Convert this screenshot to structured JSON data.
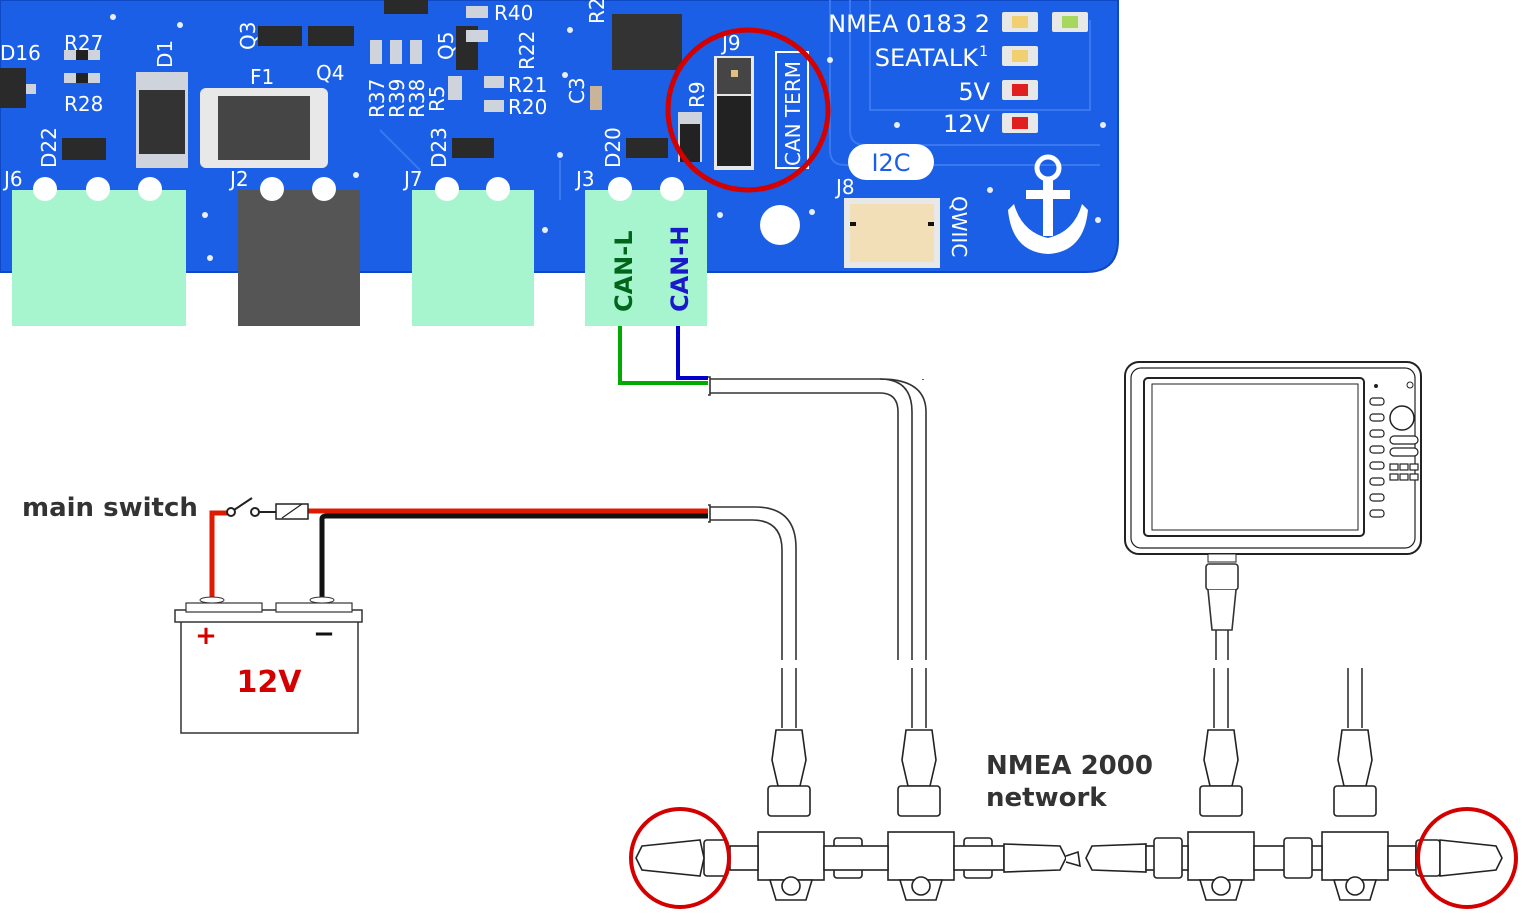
{
  "pcb": {
    "colors": {
      "board": "#1a5fe6",
      "board_edge": "#0f48c4",
      "terminal": "#a6f5cf",
      "red_circle": "#d40000"
    },
    "refdes": {
      "d16": "D16",
      "r27": "R27",
      "r28": "R28",
      "d1": "D1",
      "f1": "F1",
      "q3": "Q3",
      "q4": "Q4",
      "q5": "Q5",
      "r40": "R40",
      "r22": "R22",
      "r37": "R37",
      "r39": "R39",
      "r38": "R38",
      "r5": "R5",
      "r21": "R21",
      "r20": "R20",
      "r2": "R2",
      "c3": "C3",
      "j9": "J9",
      "r9": "R9",
      "d22": "D22",
      "d23": "D23",
      "d20": "D20",
      "j6": "J6",
      "j2": "J2",
      "j7": "J7",
      "j3": "J3",
      "j8": "J8"
    },
    "can_term": "CAN TERM",
    "nmea0183": "NMEA 0183 2",
    "seatalk": "SEATALK",
    "seatalk_sup": "1",
    "v5": "5V",
    "v12": "12V",
    "i2c": "I2C",
    "qwiic": "QWIIC",
    "can_l": "CAN-L",
    "can_h": "CAN-H"
  },
  "wiring": {
    "main_switch": "main switch",
    "battery_voltage": "12V",
    "battery_plus": "+",
    "battery_minus": "−",
    "colors": {
      "can_l": "#00aa00",
      "can_h": "#0000cc",
      "positive": "#e01a00",
      "negative": "#111111"
    }
  },
  "network": {
    "label_line1": "NMEA 2000",
    "label_line2": "network"
  }
}
